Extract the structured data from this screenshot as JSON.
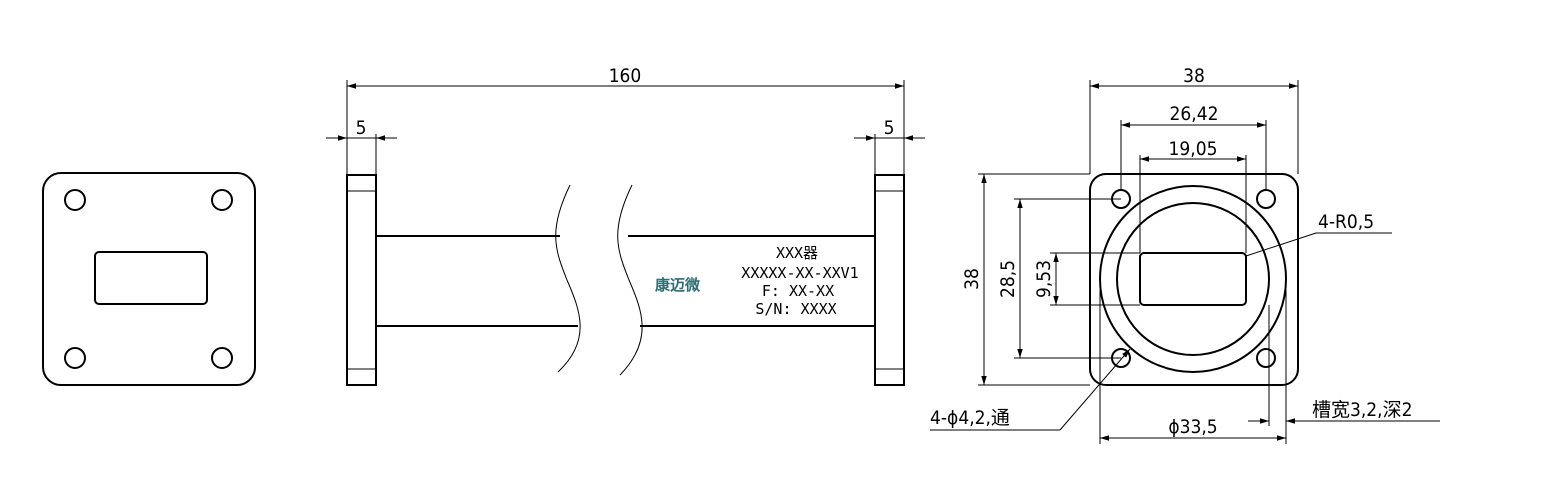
{
  "colors": {
    "line": "#000000",
    "logo": "#2e6f73",
    "background": "#ffffff"
  },
  "dimensions": {
    "overall_length": "160",
    "flange_thickness_left": "5",
    "flange_thickness_right": "5",
    "flange_width": "38",
    "flange_height": "38",
    "hole_spacing_horizontal": "26,42",
    "hole_spacing_vertical": "28,5",
    "aperture_width": "19,05",
    "aperture_height": "9,53",
    "groove_diameter": "ϕ33,5"
  },
  "callouts": {
    "corner_radius": "4-R0,5",
    "through_holes": "4-ϕ4,2,通",
    "groove_note": "槽宽3,2,深2"
  },
  "label_plate": {
    "logo": "康迈微",
    "line1": "XXX器",
    "line2": "XXXXX-XX-XXV1",
    "line3": "F: XX-XX",
    "line4": "S/N: XXXX"
  }
}
